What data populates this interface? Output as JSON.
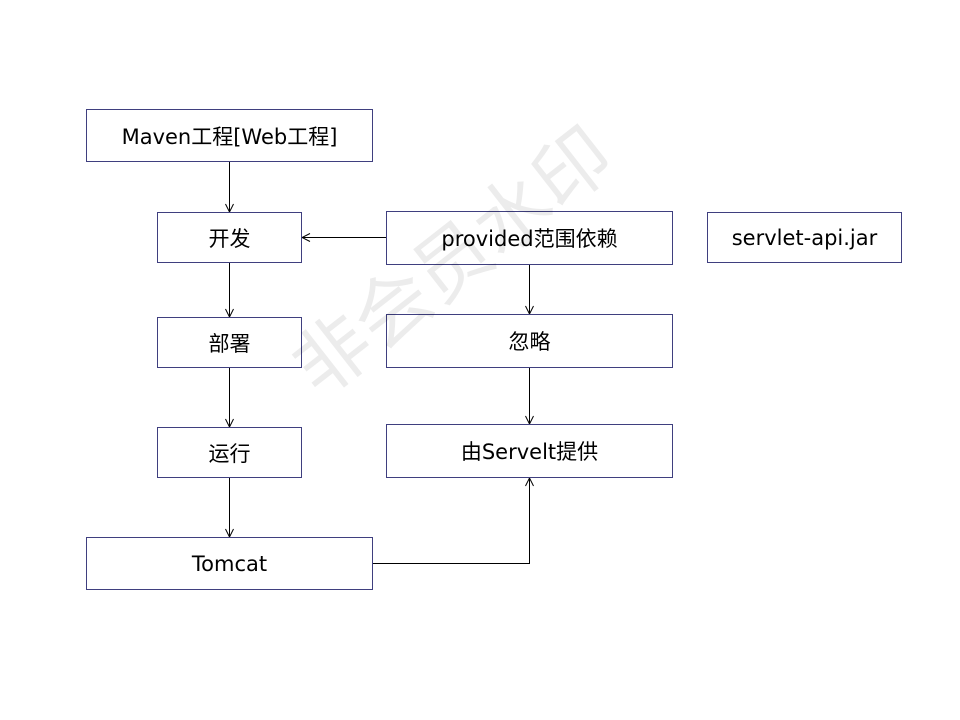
{
  "nodes": {
    "maven_project": "Maven工程[Web工程]",
    "develop": "开发",
    "deploy": "部署",
    "run": "运行",
    "tomcat": "Tomcat",
    "provided_scope": "provided范围依赖",
    "ignore": "忽略",
    "servlet_provided": "由Servelt提供",
    "servlet_api_jar": "servlet-api.jar"
  },
  "watermark": "非会员水印",
  "colors": {
    "border": "#3f3f7f",
    "arrow": "#000000"
  }
}
